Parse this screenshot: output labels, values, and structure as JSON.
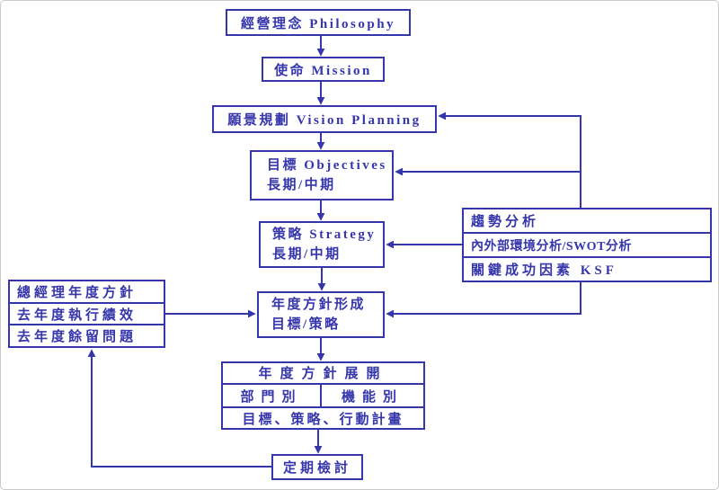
{
  "colors": {
    "ink": "#3636ac",
    "background": "#ffffff",
    "frame": "#c9c9c9"
  },
  "nodes": {
    "philosophy": {
      "label": "經營理念 Philosophy"
    },
    "mission": {
      "label": "使命 Mission"
    },
    "vision_planning": {
      "label": "願景規劃 Vision Planning"
    },
    "objectives": {
      "line1": "目標 Objectives",
      "line2": "長期/中期"
    },
    "strategy": {
      "line1": "策略 Strategy",
      "line2": "長期/中期"
    },
    "policy_formation": {
      "line1": "年度方針形成",
      "line2": "目標/策略"
    },
    "policy_deployment": {
      "header": "年度方針展開",
      "cell_left": "部門別",
      "cell_right": "機能別",
      "footer": "目標、策略、行動計畫"
    },
    "periodic_review": {
      "label": "定期檢討"
    },
    "gm_inputs": {
      "rows": [
        "總經理年度方針",
        "去年度執行績效",
        "去年度餘留問題"
      ]
    },
    "environment_analysis": {
      "rows": [
        "趨勢分析",
        "內外部環境分析/SWOT分析",
        "關鍵成功因素 KSF"
      ]
    }
  }
}
